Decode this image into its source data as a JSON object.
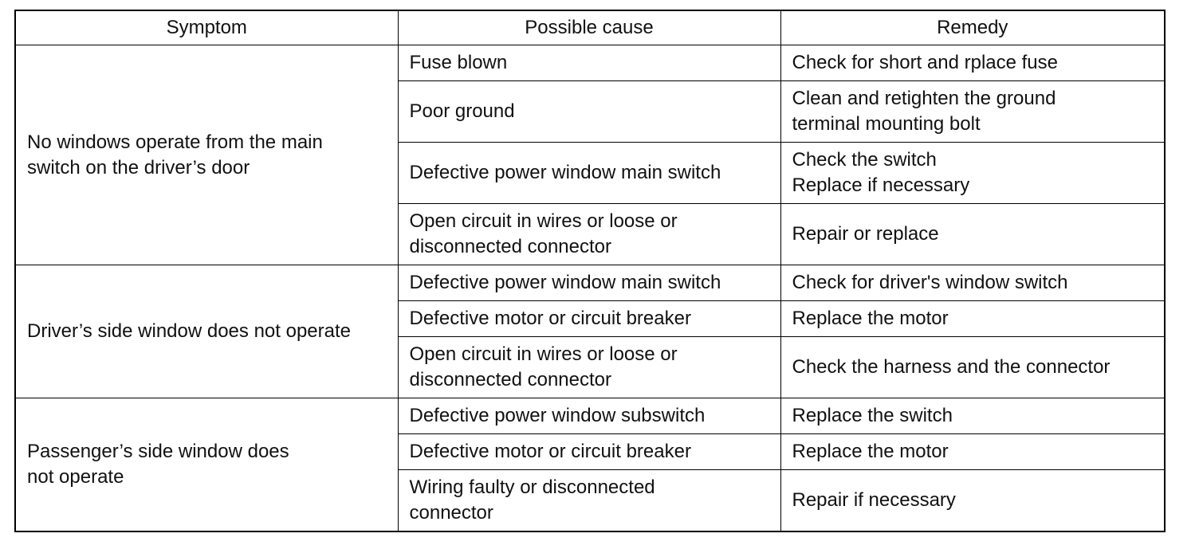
{
  "headers": {
    "symptom": "Symptom",
    "cause": "Possible cause",
    "remedy": "Remedy"
  },
  "groups": [
    {
      "symptom": [
        "No windows operate from the main",
        "switch on the driver’s door"
      ],
      "rows": [
        {
          "cause": [
            "Fuse blown"
          ],
          "remedy": [
            "Check for short and rplace fuse"
          ]
        },
        {
          "cause": [
            "Poor ground"
          ],
          "remedy": [
            "Clean and retighten the ground",
            "terminal mounting bolt"
          ]
        },
        {
          "cause": [
            "Defective power window main switch"
          ],
          "remedy": [
            "Check the switch",
            "Replace if necessary"
          ]
        },
        {
          "cause": [
            "Open circuit in wires or loose or",
            "disconnected connector"
          ],
          "remedy": [
            "Repair or replace"
          ]
        }
      ]
    },
    {
      "symptom": [
        "Driver’s side window does not operate"
      ],
      "rows": [
        {
          "cause": [
            "Defective power window main switch"
          ],
          "remedy": [
            "Check for driver's window switch"
          ]
        },
        {
          "cause": [
            "Defective motor or circuit breaker"
          ],
          "remedy": [
            "Replace the motor"
          ]
        },
        {
          "cause": [
            "Open circuit in wires or loose or",
            "disconnected connector"
          ],
          "remedy": [
            "Check the harness and the connector"
          ]
        }
      ]
    },
    {
      "symptom": [
        "Passenger’s side window does",
        "not operate"
      ],
      "rows": [
        {
          "cause": [
            "Defective power window subswitch"
          ],
          "remedy": [
            "Replace the switch"
          ]
        },
        {
          "cause": [
            "Defective motor or circuit breaker"
          ],
          "remedy": [
            "Replace the motor"
          ]
        },
        {
          "cause": [
            "Wiring faulty or disconnected",
            "connector"
          ],
          "remedy": [
            "Repair if necessary"
          ]
        }
      ]
    }
  ]
}
